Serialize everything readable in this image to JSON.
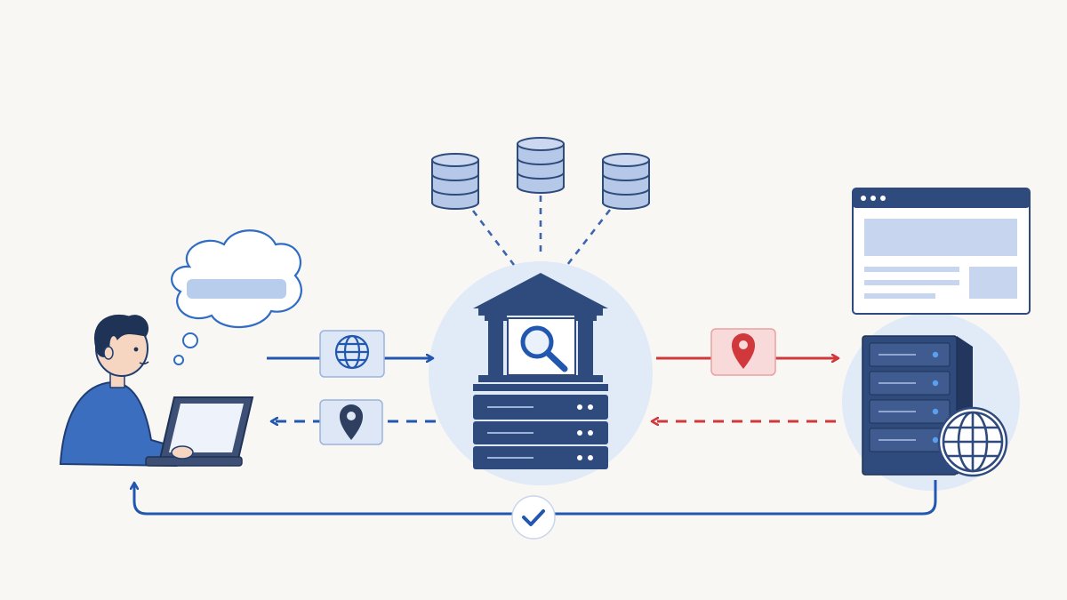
{
  "diagram": {
    "nodes": {
      "user": {
        "icon": "person-at-laptop-icon",
        "thought_icon": "thought-bubble-icon"
      },
      "resolver": {
        "icon": "institution-with-magnifier-icon",
        "base_icon": "server-rack-icon"
      },
      "databases": [
        {
          "icon": "database-icon"
        },
        {
          "icon": "database-icon"
        },
        {
          "icon": "database-icon"
        }
      ],
      "website": {
        "icon": "browser-window-icon"
      },
      "origin_server": {
        "icon": "server-tower-icon",
        "badge_icon": "globe-icon"
      }
    },
    "edges": [
      {
        "from": "user",
        "to": "resolver",
        "style": "solid",
        "color": "blue",
        "badge_icon": "globe-icon"
      },
      {
        "from": "resolver",
        "to": "user",
        "style": "dashed",
        "color": "blue",
        "badge_icon": "location-pin-icon"
      },
      {
        "from": "resolver",
        "to": "origin_server",
        "style": "solid",
        "color": "red",
        "badge_icon": "location-pin-icon"
      },
      {
        "from": "origin_server",
        "to": "resolver",
        "style": "dashed",
        "color": "red"
      },
      {
        "from": "databases",
        "to": "resolver",
        "style": "dotted",
        "color": "blue"
      },
      {
        "from": "origin_server",
        "to": "user",
        "style": "solid",
        "color": "blue",
        "badge_icon": "checkmark-icon"
      }
    ],
    "colors": {
      "background": "#f8f7f4",
      "primary_blue": "#2257b0",
      "navy": "#2f4a7c",
      "light_blue": "#c7d6ee",
      "halo": "#e1eaf7",
      "accent_red": "#d0383c",
      "red_badge": "#f9dada"
    }
  }
}
